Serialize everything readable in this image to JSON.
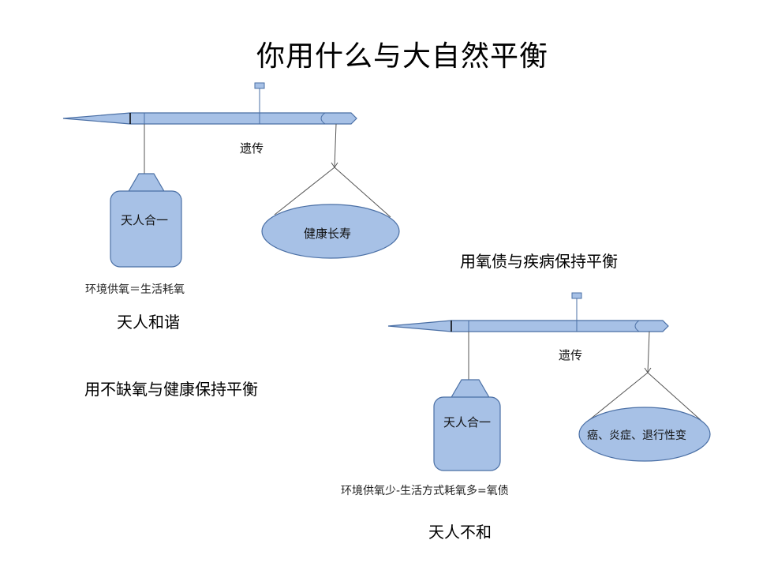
{
  "title": "你用什么与大自然平衡",
  "left_scale": {
    "fulcrum_label": "遗传",
    "weight_label": "天人合一",
    "pan_label": "健康长寿",
    "equation": "环境供氧＝生活耗氧",
    "caption": "天人和谐",
    "heading": "用不缺氧与健康保持平衡"
  },
  "right_scale": {
    "heading": "用氧债与疾病保持平衡",
    "fulcrum_label": "遗传",
    "weight_label": "天人合一",
    "pan_label": "癌、炎症、退行性变",
    "equation": "环境供氧少-生活方式耗氧多=氧债",
    "caption": "天人不和"
  },
  "colors": {
    "fill": "#a7c1e6",
    "stroke": "#4a6fa5",
    "line": "#555555"
  }
}
